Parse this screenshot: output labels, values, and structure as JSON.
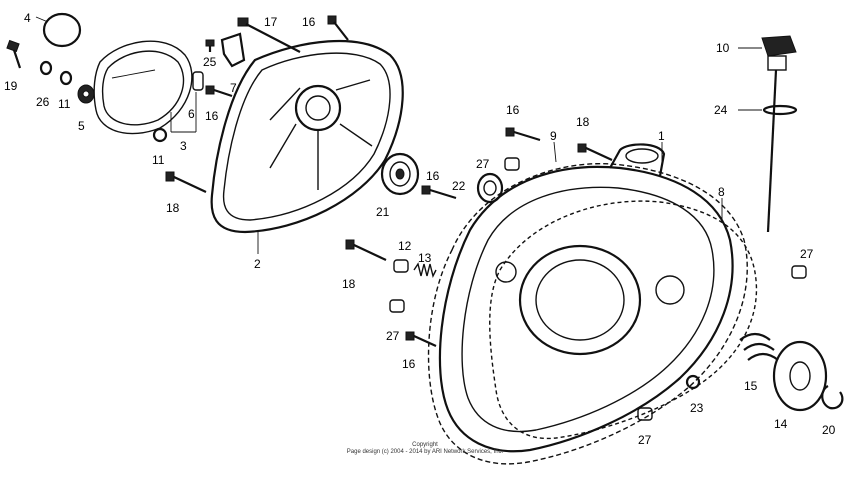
{
  "copyright": {
    "line1": "Copyright",
    "line2": "Page design (c) 2004 - 2014 by ARI Network Services, Inc."
  },
  "callouts": [
    {
      "id": "c4",
      "text": "4"
    },
    {
      "id": "c19",
      "text": "19"
    },
    {
      "id": "c26",
      "text": "26"
    },
    {
      "id": "c11a",
      "text": "11"
    },
    {
      "id": "c5",
      "text": "5"
    },
    {
      "id": "c11b",
      "text": "11"
    },
    {
      "id": "c3",
      "text": "3"
    },
    {
      "id": "c6",
      "text": "6"
    },
    {
      "id": "c16a",
      "text": "16"
    },
    {
      "id": "c7",
      "text": "7"
    },
    {
      "id": "c25",
      "text": "25"
    },
    {
      "id": "c17",
      "text": "17"
    },
    {
      "id": "c16b",
      "text": "16"
    },
    {
      "id": "c18a",
      "text": "18"
    },
    {
      "id": "c2",
      "text": "2"
    },
    {
      "id": "c21",
      "text": "21"
    },
    {
      "id": "c16c",
      "text": "16"
    },
    {
      "id": "c22",
      "text": "22"
    },
    {
      "id": "c27a",
      "text": "27"
    },
    {
      "id": "c16d",
      "text": "16"
    },
    {
      "id": "c9",
      "text": "9"
    },
    {
      "id": "c18b",
      "text": "18"
    },
    {
      "id": "c1",
      "text": "1"
    },
    {
      "id": "c12",
      "text": "12"
    },
    {
      "id": "c13",
      "text": "13"
    },
    {
      "id": "c18c",
      "text": "18"
    },
    {
      "id": "c27b",
      "text": "27"
    },
    {
      "id": "c16e",
      "text": "16"
    },
    {
      "id": "c10",
      "text": "10"
    },
    {
      "id": "c24",
      "text": "24"
    },
    {
      "id": "c8",
      "text": "8"
    },
    {
      "id": "c27c",
      "text": "27"
    },
    {
      "id": "c15",
      "text": "15"
    },
    {
      "id": "c23",
      "text": "23"
    },
    {
      "id": "c14",
      "text": "14"
    },
    {
      "id": "c20",
      "text": "20"
    },
    {
      "id": "c27d",
      "text": "27"
    }
  ]
}
